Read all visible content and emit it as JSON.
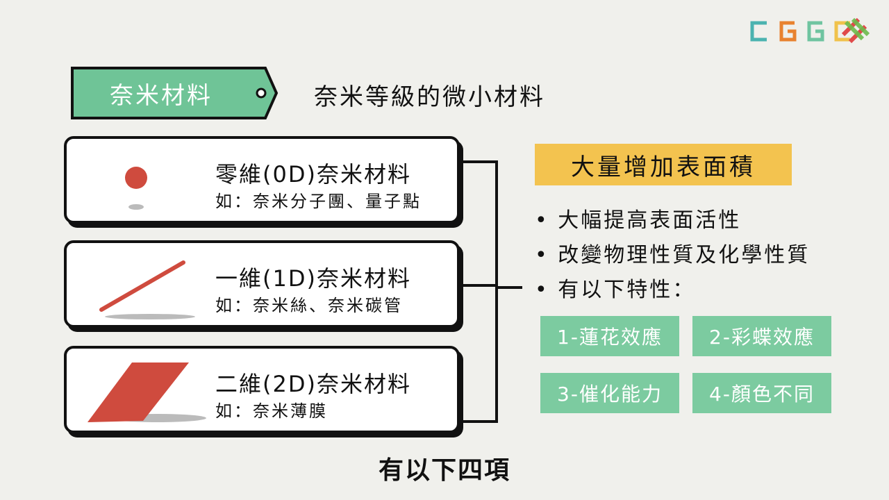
{
  "logo": {
    "text": "CGGC",
    "colors": [
      "#4bb3b0",
      "#e8822f",
      "#6fc4a0",
      "#f0c24c"
    ],
    "mark_colors": [
      "#e04a4a",
      "#6dbb4c"
    ]
  },
  "tag": {
    "label": "奈米材料"
  },
  "subtitle": "奈米等級的微小材料",
  "cards": [
    {
      "title": "零維(0D)奈米材料",
      "example": "如：奈米分子團、量子點"
    },
    {
      "title": "一維(1D)奈米材料",
      "example": "如：奈米絲、奈米碳管"
    },
    {
      "title": "二維(2D)奈米材料",
      "example": "如：奈米薄膜"
    }
  ],
  "highlight": "大量增加表面積",
  "bullets": [
    "• 大幅提高表面活性",
    "• 改變物理性質及化學性質",
    "• 有以下特性："
  ],
  "effects": [
    "1-蓮花效應",
    "2-彩蝶效應",
    "3-催化能力",
    "4-顏色不同"
  ],
  "caption": "有以下四項",
  "colors": {
    "tag": "#6fc497",
    "highlight": "#f3c34f",
    "effect": "#7ccba0",
    "shape": "#cf4b3e"
  }
}
